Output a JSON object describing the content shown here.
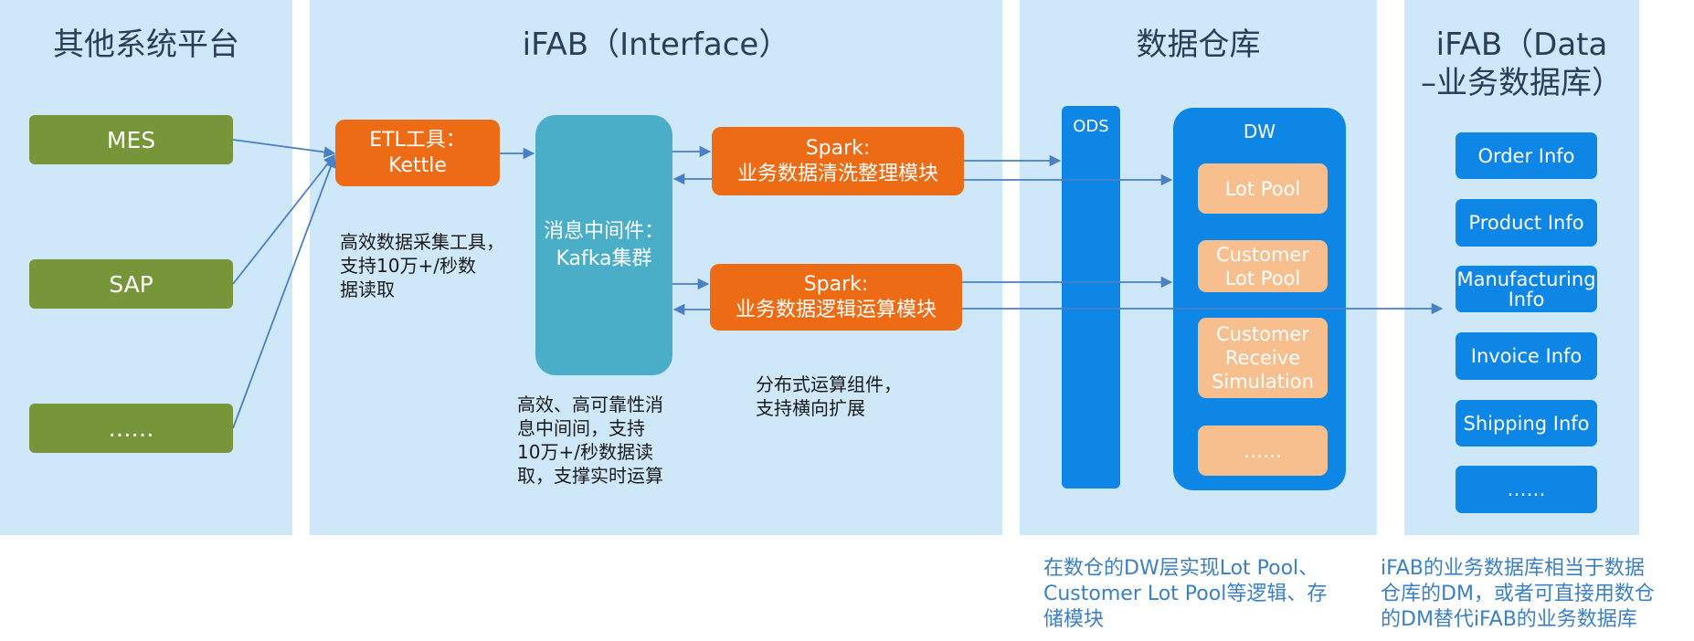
{
  "panels": {
    "other": {
      "title": "其他系统平台"
    },
    "ifab_interface": {
      "title": "iFAB（Interface）"
    },
    "dwh": {
      "title": "数据仓库"
    },
    "ifab_data": {
      "title": "iFAB（Data\n–业务数据库）"
    }
  },
  "sources": [
    "MES",
    "SAP",
    "……"
  ],
  "etl": {
    "label": "ETL工具：\nKettle",
    "note": "高效数据采集工具，\n支持10万+/秒数\n据读取"
  },
  "kafka": {
    "label": "消息中间件：\nKafka集群",
    "note": "高效、高可靠性消\n息中间间，支持\n10万+/秒数据读\n取，支撑实时运算"
  },
  "spark1": {
    "label": "Spark:\n业务数据清洗整理模块"
  },
  "spark2": {
    "label": "Spark:\n业务数据逻辑运算模块"
  },
  "spark_note": "分布式运算组件，\n支持横向扩展",
  "ods": {
    "label": "ODS"
  },
  "dw": {
    "label": "DW",
    "items": [
      "Lot Pool",
      "Customer\nLot Pool",
      "Customer\nReceive\nSimulation",
      "……"
    ]
  },
  "db_items": [
    "Order Info",
    "Product Info",
    "Manufacturing\nInfo",
    "Invoice Info",
    "Shipping Info",
    "……"
  ],
  "notes": {
    "dw_note": "在数仓的DW层实现Lot Pool、\nCustomer Lot Pool等逻辑、存\n储模块",
    "db_note": "iFAB的业务数据库相当于数据\n仓库的DM，或者可直接用数仓\n的DM替代iFAB的业务数据库"
  },
  "colors": {
    "panel_bg": "#cfe8f9",
    "source_green": "#77963a",
    "spark_orange": "#ec6b14",
    "kafka_teal": "#4aaec8",
    "store_blue": "#0d86e6",
    "dw_item_peach": "#f8bf8e",
    "arrow": "#4a7fc6",
    "note_blue": "#3b7fc4"
  }
}
